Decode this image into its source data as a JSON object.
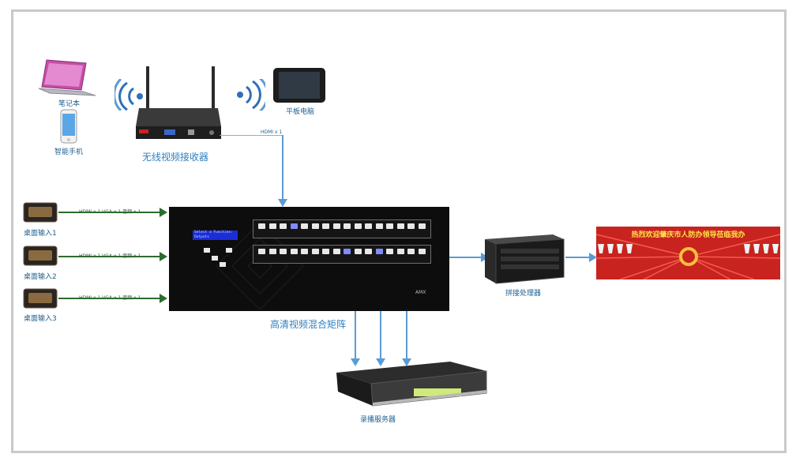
{
  "devices": {
    "laptop": "笔记本",
    "phone": "智能手机",
    "tablet": "平板电脑",
    "receiver": "无线视频接收器",
    "matrix": "高清视频混合矩阵",
    "processor": "拼接处理器",
    "recorder": "录播服务器"
  },
  "links": {
    "receiver_to_matrix": "HDMI x 1"
  },
  "inputs": [
    {
      "label": "桌面输入1",
      "connection": "HDMI x 1 VGA x 1 音频 x 1"
    },
    {
      "label": "桌面输入2",
      "connection": "HDMI x 1 VGA x 1 音频 x 1"
    },
    {
      "label": "桌面输入3",
      "connection": "HDMI x 1 VGA x 1 音频 x 1"
    }
  ],
  "matrix_panel": {
    "lcd_line1": "Select a Function:",
    "lcd_line2": "Outputs",
    "brand": "AMX"
  },
  "display_banner": "热烈欢迎肇庆市人防办领导莅临我办",
  "colors": {
    "arrow_blue": "#5b9bd5",
    "arrow_green": "#2e6b2e",
    "label_blue": "#1f5f8f",
    "banner_red": "#c8231f",
    "banner_text": "#ffe44a"
  }
}
